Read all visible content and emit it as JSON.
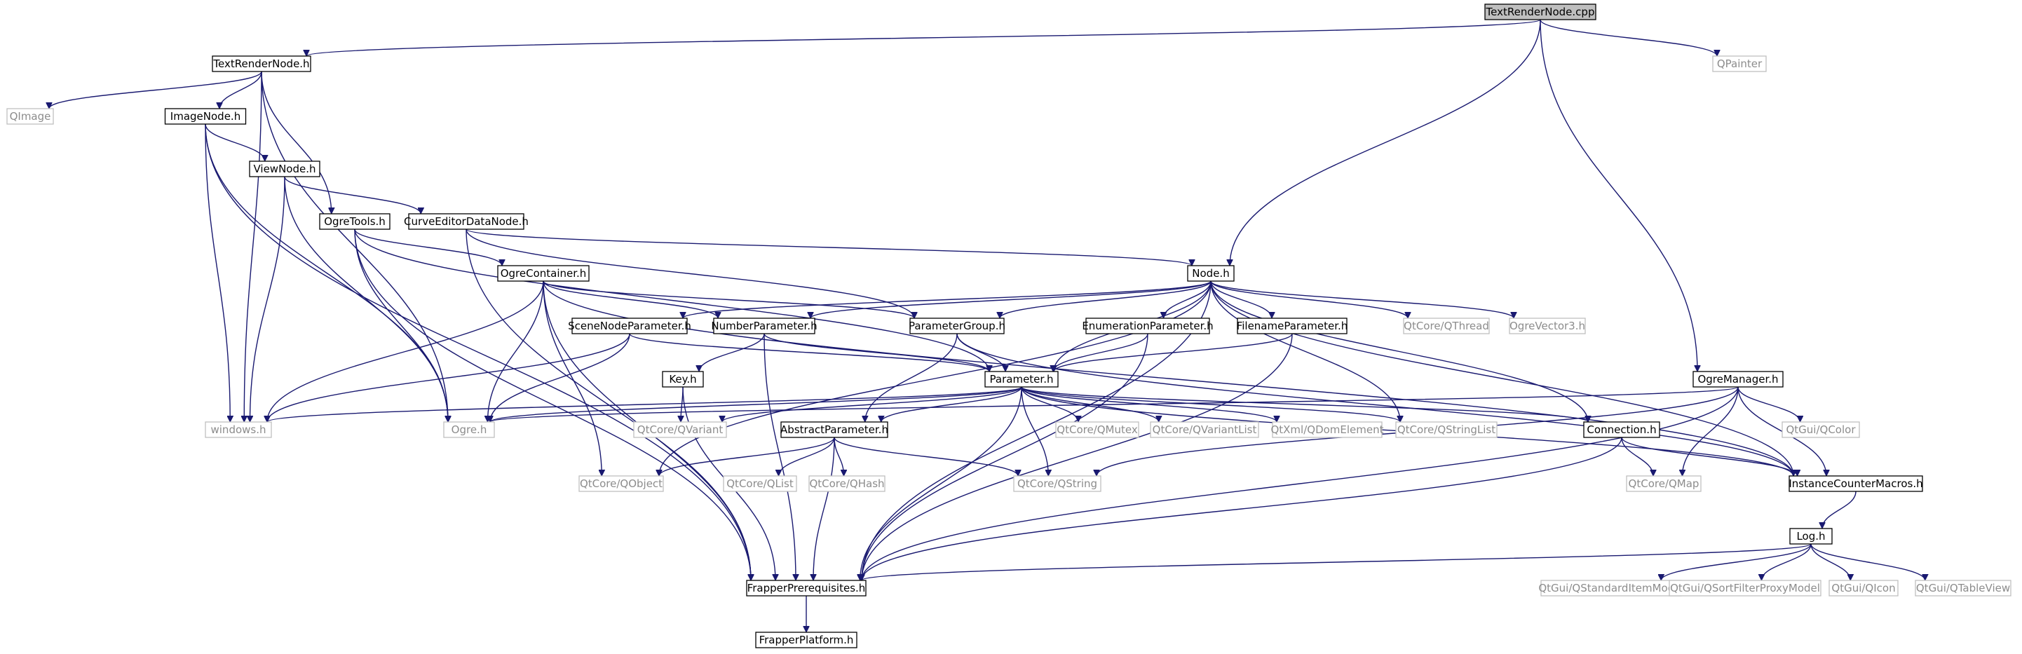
{
  "colors": {
    "edge": "#191970",
    "root_fill": "#bfbfbf",
    "root_stroke": "#000000",
    "local_stroke": "#000000",
    "external_stroke": "#bfbfbf",
    "local_text": "#000000",
    "external_text": "#8c8c8c"
  },
  "nodes": [
    {
      "id": "TextRenderNode_cpp",
      "label": "TextRenderNode.cpp",
      "kind": "root"
    },
    {
      "id": "TextRenderNode_h",
      "label": "TextRenderNode.h",
      "kind": "local"
    },
    {
      "id": "QPainter",
      "label": "QPainter",
      "kind": "external"
    },
    {
      "id": "QImage",
      "label": "QImage",
      "kind": "external"
    },
    {
      "id": "ImageNode_h",
      "label": "ImageNode.h",
      "kind": "local"
    },
    {
      "id": "ViewNode_h",
      "label": "ViewNode.h",
      "kind": "local"
    },
    {
      "id": "OgreTools_h",
      "label": "OgreTools.h",
      "kind": "local"
    },
    {
      "id": "CurveEditorDataNode_h",
      "label": "CurveEditorDataNode.h",
      "kind": "local"
    },
    {
      "id": "Node_h",
      "label": "Node.h",
      "kind": "local"
    },
    {
      "id": "OgreContainer_h",
      "label": "OgreContainer.h",
      "kind": "local"
    },
    {
      "id": "SceneNodeParameter_h",
      "label": "SceneNodeParameter.h",
      "kind": "local"
    },
    {
      "id": "NumberParameter_h",
      "label": "NumberParameter.h",
      "kind": "local"
    },
    {
      "id": "ParameterGroup_h",
      "label": "ParameterGroup.h",
      "kind": "local"
    },
    {
      "id": "EnumerationParameter_h",
      "label": "EnumerationParameter.h",
      "kind": "local"
    },
    {
      "id": "FilenameParameter_h",
      "label": "FilenameParameter.h",
      "kind": "local"
    },
    {
      "id": "QtCore_QThread",
      "label": "QtCore/QThread",
      "kind": "external"
    },
    {
      "id": "OgreVector3_h",
      "label": "OgreVector3.h",
      "kind": "external"
    },
    {
      "id": "OgreManager_h",
      "label": "OgreManager.h",
      "kind": "local"
    },
    {
      "id": "Key_h",
      "label": "Key.h",
      "kind": "local"
    },
    {
      "id": "Parameter_h",
      "label": "Parameter.h",
      "kind": "local"
    },
    {
      "id": "windows_h",
      "label": "windows.h",
      "kind": "external"
    },
    {
      "id": "Ogre_h",
      "label": "Ogre.h",
      "kind": "external"
    },
    {
      "id": "QtCore_QVariant",
      "label": "QtCore/QVariant",
      "kind": "external"
    },
    {
      "id": "AbstractParameter_h",
      "label": "AbstractParameter.h",
      "kind": "local"
    },
    {
      "id": "QtCore_QMutex",
      "label": "QtCore/QMutex",
      "kind": "external"
    },
    {
      "id": "QtCore_QVariantList",
      "label": "QtCore/QVariantList",
      "kind": "external"
    },
    {
      "id": "QtXml_QDomElement",
      "label": "QtXml/QDomElement",
      "kind": "external"
    },
    {
      "id": "QtCore_QStringList",
      "label": "QtCore/QStringList",
      "kind": "external"
    },
    {
      "id": "Connection_h",
      "label": "Connection.h",
      "kind": "local"
    },
    {
      "id": "QtGui_QColor",
      "label": "QtGui/QColor",
      "kind": "external"
    },
    {
      "id": "QtCore_QObject",
      "label": "QtCore/QObject",
      "kind": "external"
    },
    {
      "id": "QtCore_QList",
      "label": "QtCore/QList",
      "kind": "external"
    },
    {
      "id": "QtCore_QHash",
      "label": "QtCore/QHash",
      "kind": "external"
    },
    {
      "id": "QtCore_QString",
      "label": "QtCore/QString",
      "kind": "external"
    },
    {
      "id": "QtCore_QMap",
      "label": "QtCore/QMap",
      "kind": "external"
    },
    {
      "id": "InstanceCounterMacros_h",
      "label": "InstanceCounterMacros.h",
      "kind": "local"
    },
    {
      "id": "Log_h",
      "label": "Log.h",
      "kind": "local"
    },
    {
      "id": "FrapperPrerequisites_h",
      "label": "FrapperPrerequisites.h",
      "kind": "local"
    },
    {
      "id": "QtGui_QStandardItemModel",
      "label": "QtGui/QStandardItemModel",
      "kind": "external"
    },
    {
      "id": "QtGui_QSortFilterProxyModel",
      "label": "QtGui/QSortFilterProxyModel",
      "kind": "external"
    },
    {
      "id": "QtGui_QIcon",
      "label": "QtGui/QIcon",
      "kind": "external"
    },
    {
      "id": "QtGui_QTableView",
      "label": "QtGui/QTableView",
      "kind": "external"
    },
    {
      "id": "FrapperPlatform_h",
      "label": "FrapperPlatform.h",
      "kind": "local"
    }
  ],
  "edges": [
    [
      "TextRenderNode_cpp",
      "TextRenderNode_h"
    ],
    [
      "TextRenderNode_cpp",
      "QPainter"
    ],
    [
      "TextRenderNode_cpp",
      "Node_h"
    ],
    [
      "TextRenderNode_cpp",
      "OgreManager_h"
    ],
    [
      "TextRenderNode_h",
      "QImage"
    ],
    [
      "TextRenderNode_h",
      "ImageNode_h"
    ],
    [
      "TextRenderNode_h",
      "OgreTools_h"
    ],
    [
      "TextRenderNode_h",
      "windows_h"
    ],
    [
      "TextRenderNode_h",
      "Ogre_h"
    ],
    [
      "ImageNode_h",
      "ViewNode_h"
    ],
    [
      "ImageNode_h",
      "windows_h"
    ],
    [
      "ImageNode_h",
      "Ogre_h"
    ],
    [
      "ImageNode_h",
      "FrapperPrerequisites_h"
    ],
    [
      "ViewNode_h",
      "CurveEditorDataNode_h"
    ],
    [
      "ViewNode_h",
      "windows_h"
    ],
    [
      "ViewNode_h",
      "Ogre_h"
    ],
    [
      "OgreTools_h",
      "OgreContainer_h"
    ],
    [
      "OgreTools_h",
      "Ogre_h"
    ],
    [
      "OgreTools_h",
      "FrapperPrerequisites_h"
    ],
    [
      "OgreTools_h",
      "Parameter_h"
    ],
    [
      "CurveEditorDataNode_h",
      "Node_h"
    ],
    [
      "CurveEditorDataNode_h",
      "ParameterGroup_h"
    ],
    [
      "CurveEditorDataNode_h",
      "FrapperPrerequisites_h"
    ],
    [
      "OgreContainer_h",
      "NumberParameter_h"
    ],
    [
      "OgreContainer_h",
      "ParameterGroup_h"
    ],
    [
      "OgreContainer_h",
      "windows_h"
    ],
    [
      "OgreContainer_h",
      "Ogre_h"
    ],
    [
      "OgreContainer_h",
      "QtCore_QObject"
    ],
    [
      "OgreContainer_h",
      "FrapperPrerequisites_h"
    ],
    [
      "OgreContainer_h",
      "InstanceCounterMacros_h"
    ],
    [
      "Node_h",
      "SceneNodeParameter_h"
    ],
    [
      "Node_h",
      "NumberParameter_h"
    ],
    [
      "Node_h",
      "ParameterGroup_h"
    ],
    [
      "Node_h",
      "EnumerationParameter_h"
    ],
    [
      "Node_h",
      "FilenameParameter_h"
    ],
    [
      "Node_h",
      "QtCore_QThread"
    ],
    [
      "Node_h",
      "OgreVector3_h"
    ],
    [
      "Node_h",
      "Parameter_h"
    ],
    [
      "Node_h",
      "QtCore_QObject"
    ],
    [
      "Node_h",
      "QtCore_QStringList"
    ],
    [
      "Node_h",
      "Connection_h"
    ],
    [
      "Node_h",
      "InstanceCounterMacros_h"
    ],
    [
      "Node_h",
      "FrapperPrerequisites_h"
    ],
    [
      "SceneNodeParameter_h",
      "Parameter_h"
    ],
    [
      "SceneNodeParameter_h",
      "Ogre_h"
    ],
    [
      "SceneNodeParameter_h",
      "windows_h"
    ],
    [
      "NumberParameter_h",
      "Key_h"
    ],
    [
      "NumberParameter_h",
      "Parameter_h"
    ],
    [
      "NumberParameter_h",
      "FrapperPrerequisites_h"
    ],
    [
      "ParameterGroup_h",
      "AbstractParameter_h"
    ],
    [
      "ParameterGroup_h",
      "Parameter_h"
    ],
    [
      "ParameterGroup_h",
      "InstanceCounterMacros_h"
    ],
    [
      "EnumerationParameter_h",
      "Parameter_h"
    ],
    [
      "EnumerationParameter_h",
      "FrapperPrerequisites_h"
    ],
    [
      "FilenameParameter_h",
      "Parameter_h"
    ],
    [
      "FilenameParameter_h",
      "FrapperPrerequisites_h"
    ],
    [
      "Key_h",
      "QtCore_QVariant"
    ],
    [
      "Key_h",
      "FrapperPrerequisites_h"
    ],
    [
      "Parameter_h",
      "windows_h"
    ],
    [
      "Parameter_h",
      "Ogre_h"
    ],
    [
      "Parameter_h",
      "QtCore_QVariant"
    ],
    [
      "Parameter_h",
      "AbstractParameter_h"
    ],
    [
      "Parameter_h",
      "QtCore_QMutex"
    ],
    [
      "Parameter_h",
      "QtCore_QVariantList"
    ],
    [
      "Parameter_h",
      "QtXml_QDomElement"
    ],
    [
      "Parameter_h",
      "QtCore_QStringList"
    ],
    [
      "Parameter_h",
      "Connection_h"
    ],
    [
      "Parameter_h",
      "QtCore_QString"
    ],
    [
      "Parameter_h",
      "InstanceCounterMacros_h"
    ],
    [
      "Parameter_h",
      "FrapperPrerequisites_h"
    ],
    [
      "AbstractParameter_h",
      "QtCore_QObject"
    ],
    [
      "AbstractParameter_h",
      "QtCore_QList"
    ],
    [
      "AbstractParameter_h",
      "QtCore_QHash"
    ],
    [
      "AbstractParameter_h",
      "QtCore_QString"
    ],
    [
      "AbstractParameter_h",
      "FrapperPrerequisites_h"
    ],
    [
      "OgreManager_h",
      "Ogre_h"
    ],
    [
      "OgreManager_h",
      "QtGui_QColor"
    ],
    [
      "OgreManager_h",
      "QtCore_QMap"
    ],
    [
      "OgreManager_h",
      "QtCore_QString"
    ],
    [
      "OgreManager_h",
      "InstanceCounterMacros_h"
    ],
    [
      "OgreManager_h",
      "FrapperPrerequisites_h"
    ],
    [
      "Connection_h",
      "QtCore_QMap"
    ],
    [
      "Connection_h",
      "InstanceCounterMacros_h"
    ],
    [
      "Connection_h",
      "FrapperPrerequisites_h"
    ],
    [
      "InstanceCounterMacros_h",
      "Log_h"
    ],
    [
      "Log_h",
      "QtGui_QStandardItemModel"
    ],
    [
      "Log_h",
      "QtGui_QSortFilterProxyModel"
    ],
    [
      "Log_h",
      "QtGui_QIcon"
    ],
    [
      "Log_h",
      "QtGui_QTableView"
    ],
    [
      "Log_h",
      "FrapperPrerequisites_h"
    ],
    [
      "FrapperPrerequisites_h",
      "FrapperPlatform_h"
    ]
  ]
}
